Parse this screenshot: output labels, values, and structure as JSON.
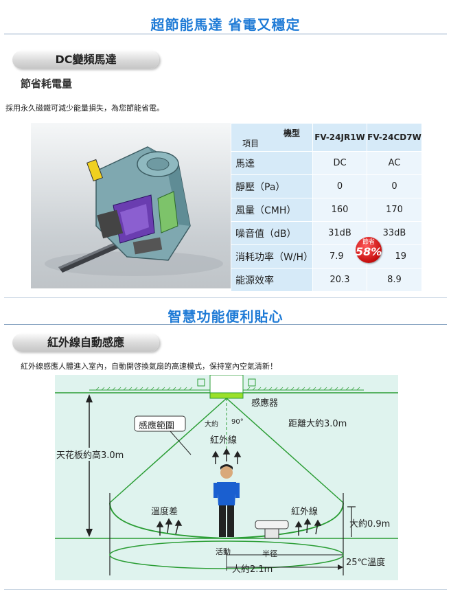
{
  "section1": {
    "title": "超節能馬達 省電又穩定",
    "pill": "DC變頻馬達",
    "subtitle": "節省耗電量",
    "desc": "採用永久磁鐵可減少能量損失，為您節能省電。"
  },
  "spec_table": {
    "corner_top": "機型",
    "corner_bottom": "項目",
    "models": [
      "FV-24JR1W",
      "FV-24CD7W"
    ],
    "rows": [
      {
        "label": "馬達",
        "v1": "DC",
        "v2": "AC"
      },
      {
        "label": "靜壓（Pa）",
        "v1": "0",
        "v2": "0"
      },
      {
        "label": "風量（CMH）",
        "v1": "160",
        "v2": "170"
      },
      {
        "label": "噪音值（dB）",
        "v1": "31dB",
        "v2": "33dB"
      },
      {
        "label": "消耗功率（W/H）",
        "v1": "7.9",
        "v2": "19"
      },
      {
        "label": "能源效率",
        "v1": "20.3",
        "v2": "8.9"
      }
    ],
    "badge_top": "節省",
    "badge_value": "58%"
  },
  "section2": {
    "title": "智慧功能便利貼心",
    "pill": "紅外線自動感應",
    "desc": "紅外線感應人體進入室內，自動開啓換氣扇的高速模式，保持室內空氣清新！"
  },
  "diagram": {
    "sensor": "感應器",
    "range": "感應範圍",
    "angle_prefix": "大約",
    "angle": "90°",
    "ir_top": "紅外線",
    "distance": "距離大約3.0m",
    "ceiling": "天花板約高3.0m",
    "temp_diff": "溫度差",
    "ir_right": "紅外線",
    "height": "大約0.9m",
    "activity": "活動",
    "radius": "半徑",
    "diameter": "大約2.1m",
    "temperature": "25℃溫度"
  },
  "colors": {
    "accent": "#1f7bd6",
    "diagram_bg": "#dff3ee",
    "green": "#2a9d34",
    "badge": "#c60e0e"
  }
}
